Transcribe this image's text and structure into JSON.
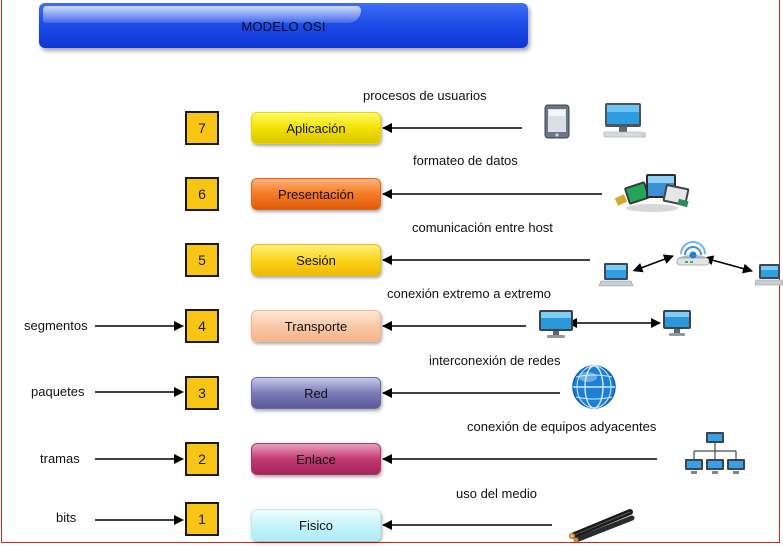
{
  "title": "MODELO OSI",
  "layers": [
    {
      "number": "7",
      "name": "Aplicación",
      "description": "procesos de usuarios",
      "side_label": ""
    },
    {
      "number": "6",
      "name": "Presentación",
      "description": "formateo de datos",
      "side_label": ""
    },
    {
      "number": "5",
      "name": "Sesión",
      "description": "comunicación entre host",
      "side_label": ""
    },
    {
      "number": "4",
      "name": "Transporte",
      "description": "conexión extremo a extremo",
      "side_label": "segmentos"
    },
    {
      "number": "3",
      "name": "Red",
      "description": "interconexión de redes",
      "side_label": "paquetes"
    },
    {
      "number": "2",
      "name": "Enlace",
      "description": "conexión de equipos adyacentes",
      "side_label": "tramas"
    },
    {
      "number": "1",
      "name": "Fisico",
      "description": "uso del medio",
      "side_label": "bits"
    }
  ],
  "icons": {
    "layer7": [
      "tablet-icon",
      "desktop-computer-icon"
    ],
    "layer6": [
      "data-formatting-icon"
    ],
    "layer5": [
      "laptop-icon",
      "wireless-router-icon",
      "laptop-icon"
    ],
    "layer4": [
      "monitor-icon",
      "monitor-icon"
    ],
    "layer3": [
      "globe-network-icon"
    ],
    "layer2": [
      "network-topology-icon"
    ],
    "layer1": [
      "coaxial-cable-icon"
    ]
  },
  "colors": {
    "title_bar": "#1f4de8",
    "number_box": "#f9c515",
    "aplicacion": "#f3e200",
    "presentacion": "#f77a24",
    "sesion": "#fbd51c",
    "transporte": "#fbc9a8",
    "red": "#7b7bb8",
    "enlace": "#c33a72",
    "fisico": "#c6f4fb"
  }
}
